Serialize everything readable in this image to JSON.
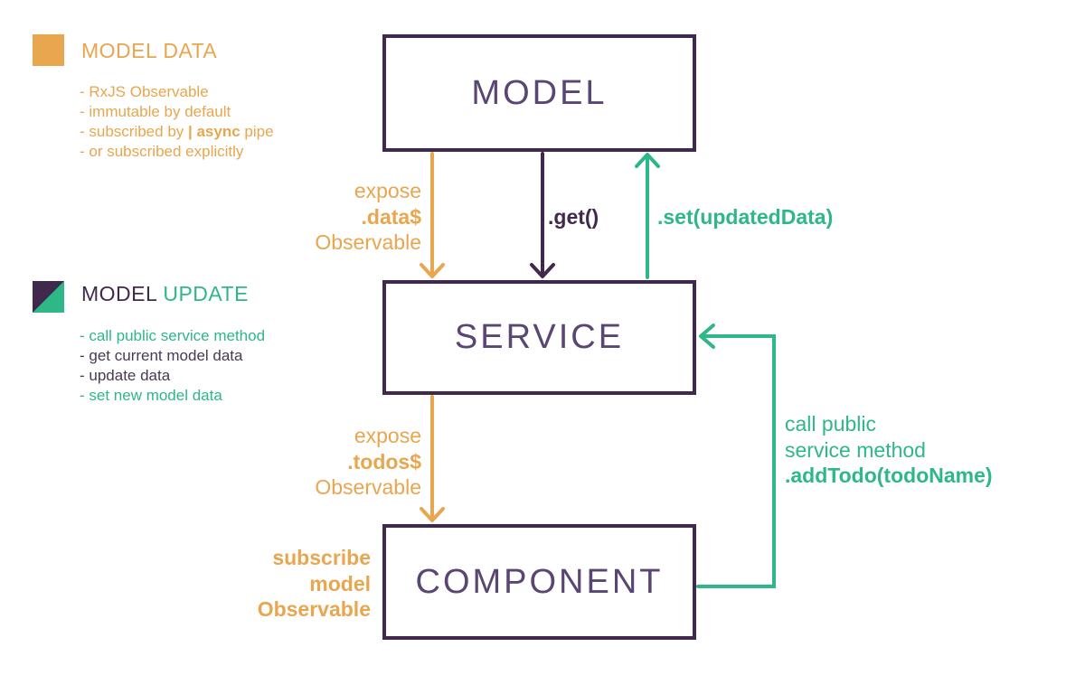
{
  "legend_model_data": {
    "title": "MODEL DATA",
    "items": {
      "rxjs": "- RxJS Observable",
      "immutable": "- immutable by default",
      "subscribed_prefix": "- subscribed by ",
      "subscribed_bold": "| async",
      "subscribed_suffix": " pipe",
      "explicit": "- or subscribed explicitly"
    }
  },
  "legend_model_update": {
    "title_model": "MODEL ",
    "title_update": "UPDATE",
    "items": {
      "call": "- call public service method",
      "get": "- get current model data",
      "update": "- update data",
      "set": "- set new model data"
    }
  },
  "boxes": {
    "model": "MODEL",
    "service": "SERVICE",
    "component": "COMPONENT"
  },
  "labels": {
    "expose_data": {
      "l1": "expose",
      "l2": ".data$",
      "l3": "Observable"
    },
    "get": ".get()",
    "set": ".set(updatedData)",
    "expose_todos": {
      "l1": "expose",
      "l2": ".todos$",
      "l3": "Observable"
    },
    "subscribe": {
      "l1": "subscribe",
      "l2": "model",
      "l3": "Observable"
    },
    "add_todo": {
      "l1": "call public",
      "l2": "service method",
      "l3": ".addTodo(todoName)"
    }
  },
  "colors": {
    "orange": "#E8A64F",
    "green": "#2EB787",
    "purple": "#41294E"
  }
}
